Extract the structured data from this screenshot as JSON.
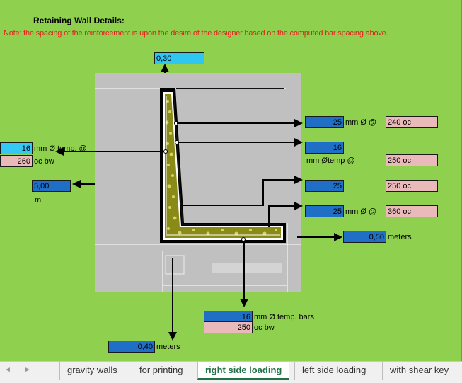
{
  "header": {
    "title": "Retaining Wall Details:",
    "note": "Note: the spacing of the reinforcement is upon the desire of the designer based on the computed bar spacing above."
  },
  "top_thickness": {
    "value": "0,30"
  },
  "main_bar": {
    "dia": "25",
    "label": "mm  Ø @",
    "spacing": "240 oc"
  },
  "temp_bar_right": {
    "dia": "16",
    "label": "mm Øtemp @",
    "spacing": "250 oc"
  },
  "bar3": {
    "dia": "25",
    "spacing": "250 oc"
  },
  "heel_bar": {
    "dia": "25",
    "label": "mm  Ø @",
    "spacing": "360 oc"
  },
  "base_thickness": {
    "value": "0,50",
    "unit": "meters"
  },
  "left_temp": {
    "dia": "16",
    "label": "mm Ø temp. @",
    "spacing": "260",
    "spacing_label": "oc bw"
  },
  "height": {
    "value": "5,00",
    "unit": "m"
  },
  "bottom_temp": {
    "dia": "16",
    "label": "mm Ø temp. bars",
    "spacing": "250",
    "spacing_label": "oc bw"
  },
  "toe_width": {
    "value": "0,40",
    "unit": "meters"
  },
  "tabs": [
    "gravity walls",
    "for printing",
    "right side loading",
    "left side loading",
    "with shear key"
  ],
  "nav": {
    "prev": "◄",
    "next": "►"
  }
}
